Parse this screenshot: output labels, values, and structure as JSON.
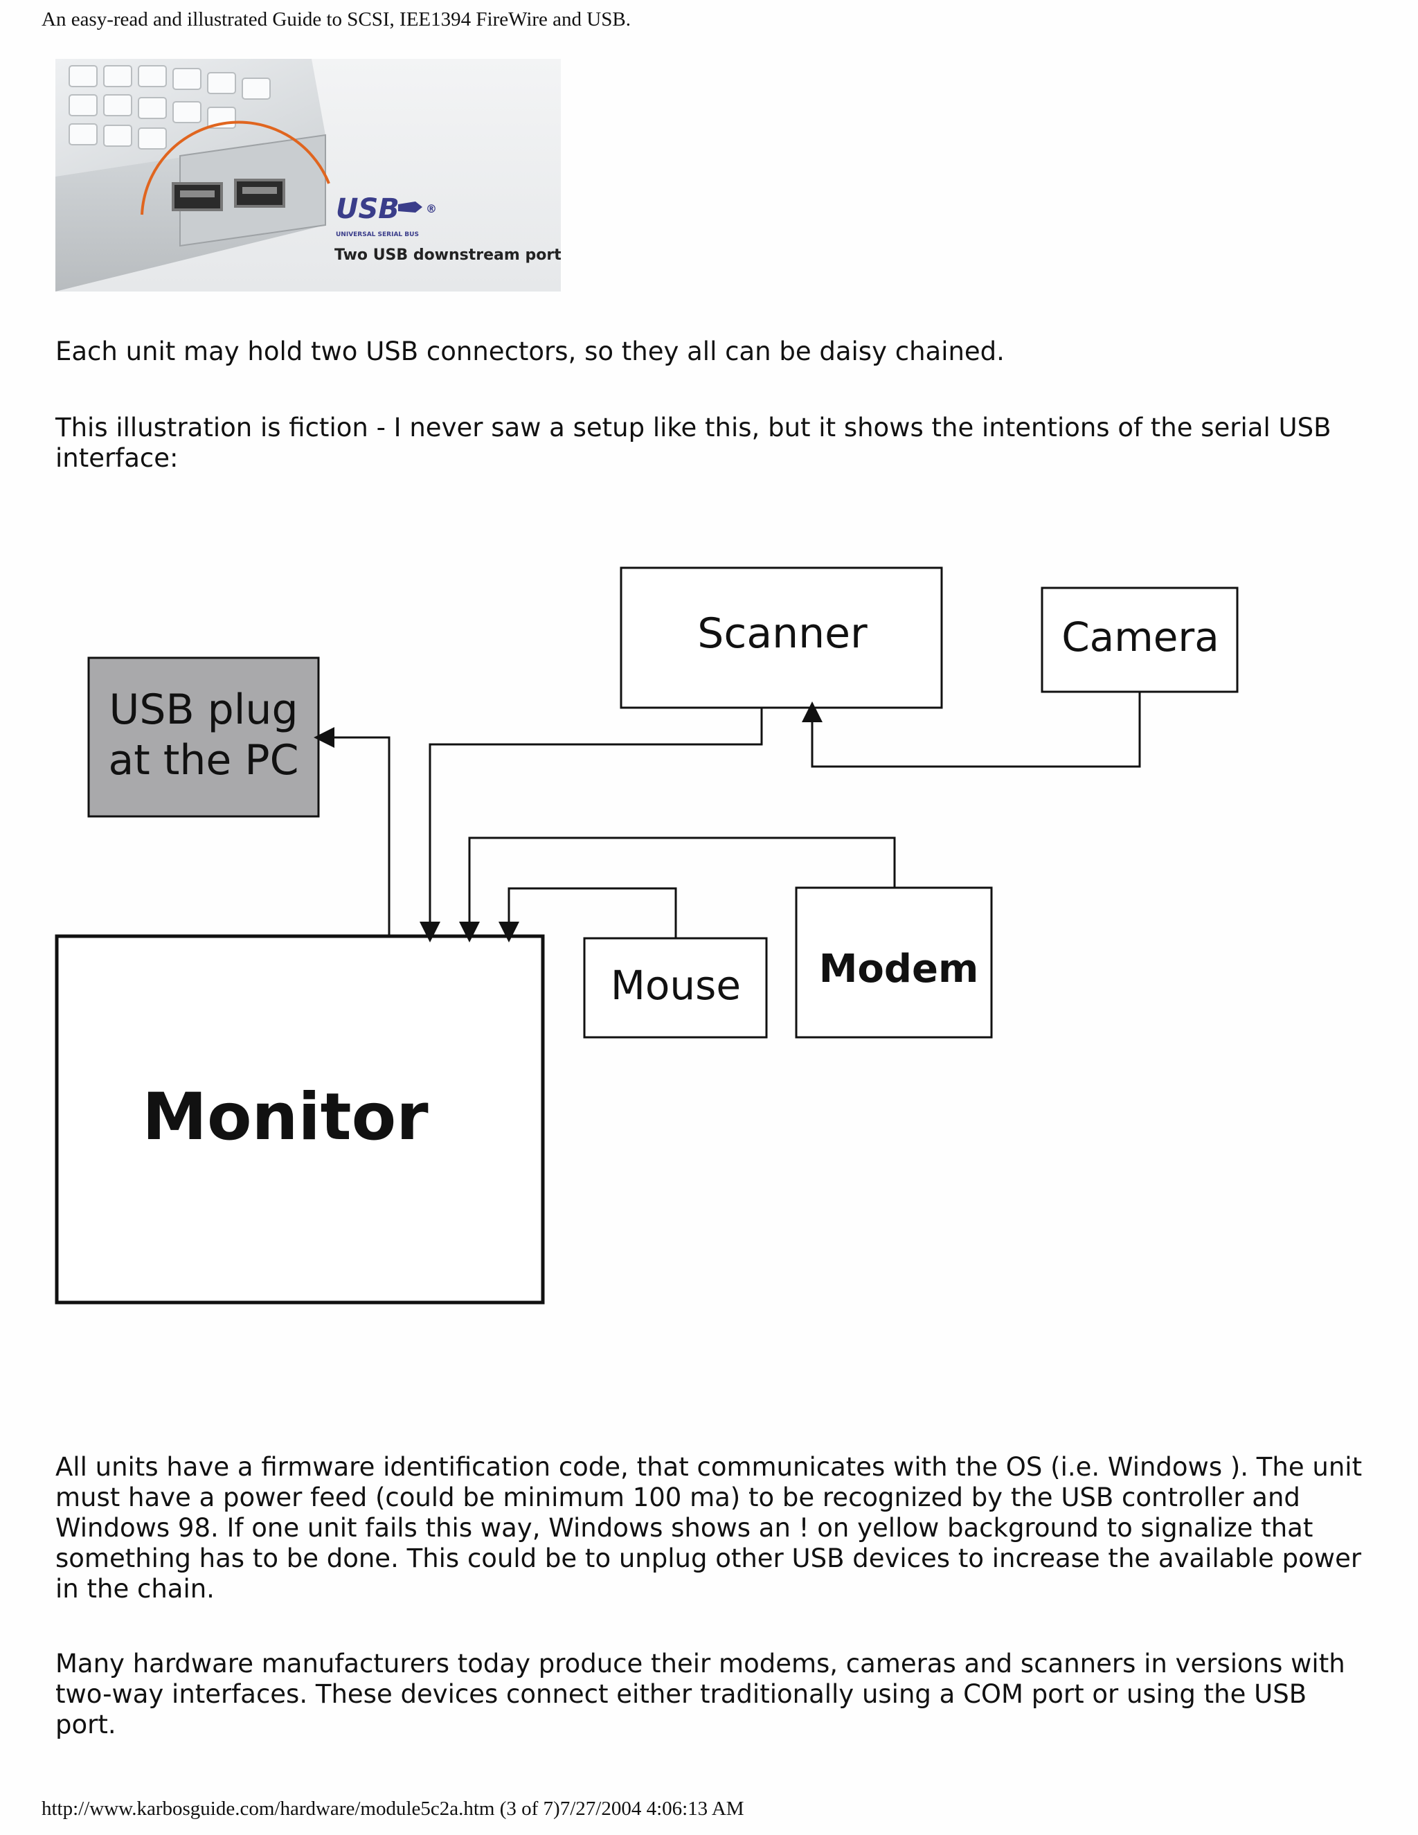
{
  "header": {
    "running_title": "An easy-read and illustrated Guide to SCSI, IEE1394 FireWire and USB."
  },
  "photo": {
    "logo_text": "USB",
    "logo_subtext": "UNIVERSAL SERIAL BUS",
    "caption": "Two USB downstream ports"
  },
  "paragraphs": {
    "intro": "Each unit may hold two USB connectors, so they all can be daisy chained.",
    "fiction": "This illustration is fiction - I never saw a setup like this, but it shows the intentions of the serial USB interface:",
    "firmware": "All units have a firmware identification code, that communicates with the OS (i.e. Windows ). The unit must have a power feed (could be minimum 100 ma) to be recognized by the USB controller and Windows 98. If one unit fails this way, Windows shows an ! on yellow background to signalize that something has to be done. This could be to unplug other USB devices to increase the available power in the chain.",
    "manufacturers": "Many hardware manufacturers today produce their modems, cameras and scanners in versions with two-way interfaces. These devices connect either traditionally using a COM port or using the USB port."
  },
  "diagram": {
    "usb_plug_line1": "USB plug",
    "usb_plug_line2": "at the PC",
    "scanner": "Scanner",
    "camera": "Camera",
    "monitor": "Monitor",
    "mouse": "Mouse",
    "modem": "Modem",
    "usb_plug_fill": "#a9a9ab"
  },
  "footer": {
    "url_line": "http://www.karbosguide.com/hardware/module5c2a.htm (3 of 7)7/27/2004 4:06:13 AM"
  }
}
